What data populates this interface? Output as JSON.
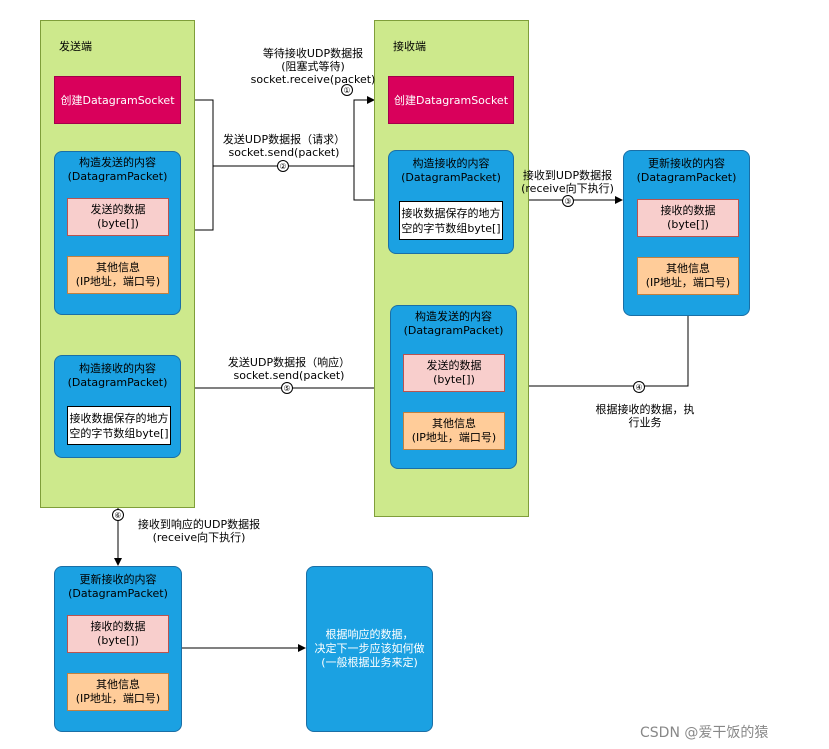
{
  "sender": {
    "title": "发送端",
    "create": "创建DatagramSocket",
    "build_send": {
      "title": "构造发送的内容\n(DatagramPacket)",
      "data": "发送的数据\n(byte[])",
      "info": "其他信息\n(IP地址，端口号)"
    },
    "build_recv": {
      "title": "构造接收的内容\n(DatagramPacket)",
      "buffer": "接收数据保存的地方\n空的字节数组byte[]"
    }
  },
  "receiver": {
    "title": "接收端",
    "create": "创建DatagramSocket",
    "build_recv": {
      "title": "构造接收的内容\n(DatagramPacket)",
      "buffer": "接收数据保存的地方\n空的字节数组byte[]"
    },
    "build_send": {
      "title": "构造发送的内容\n(DatagramPacket)",
      "data": "发送的数据\n(byte[])",
      "info": "其他信息\n(IP地址，端口号)"
    }
  },
  "receiver_update": {
    "title": "更新接收的内容\n(DatagramPacket)",
    "data": "接收的数据\n(byte[])",
    "info": "其他信息\n(IP地址，端口号)"
  },
  "sender_update": {
    "title": "更新接收的内容\n(DatagramPacket)",
    "data": "接收的数据\n(byte[])",
    "info": "其他信息\n(IP地址，端口号)"
  },
  "final_box": "根据响应的数据，\n决定下一步应该如何做\n(一般根据业务来定)",
  "edges": {
    "wait": "等待接收UDP数据报\n(阻塞式等待)\nsocket.receive(packet)",
    "send_request": "发送UDP数据报（请求）\nsocket.send(packet)",
    "received": "接收到UDP数据报\n(receive向下执行)",
    "process": "根据接收的数据，执\n行业务",
    "send_response": "发送UDP数据报（响应）\nsocket.send(packet)",
    "received_response": "接收到响应的UDP数据报\n(receive向下执行)"
  },
  "steps": [
    "①",
    "②",
    "③",
    "④",
    "⑤",
    "⑥"
  ],
  "watermark": "CSDN @爱干饭的猿"
}
